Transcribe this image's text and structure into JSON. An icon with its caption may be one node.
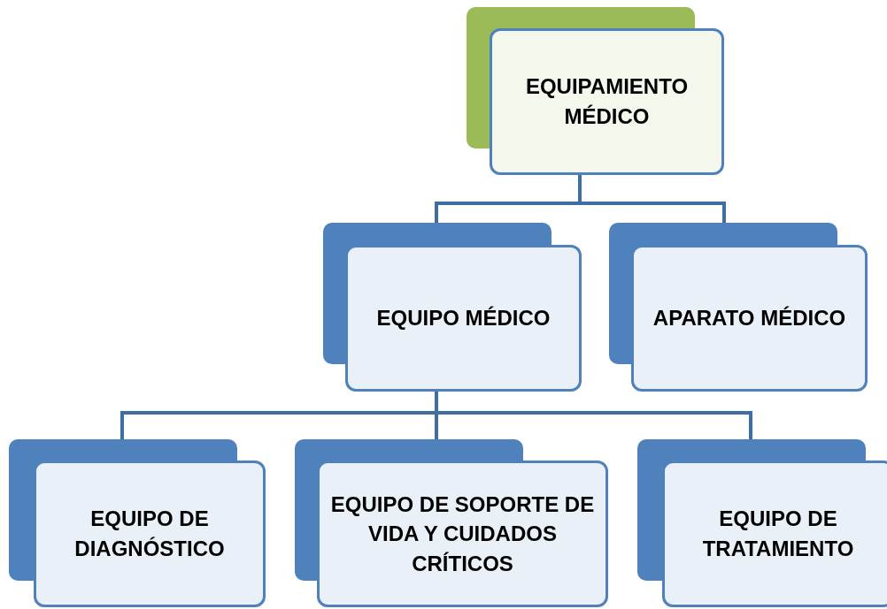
{
  "diagram": {
    "nodes": [
      {
        "text": [
          "EQUIPAMIENTO MÉDICO"
        ]
      },
      {
        "text": [
          "EQUIPO MÉDICO"
        ]
      },
      {
        "text": [
          "APARATO MÉDICO"
        ]
      },
      {
        "text": [
          "EQUIPO DE DIAGNÓSTICO"
        ]
      },
      {
        "text": [
          "EQUIPO DE SOPORTE DE VIDA Y CUIDADOS CRÍTICOS"
        ]
      },
      {
        "text": [
          "EQUIPO DE TRATAMIENTO"
        ]
      }
    ],
    "edges": [
      {
        "from": 0,
        "to": 1,
        "arrow": "none"
      },
      {
        "from": 0,
        "to": 2,
        "arrow": "none"
      },
      {
        "from": 1,
        "to": 3,
        "arrow": "none"
      },
      {
        "from": 1,
        "to": 4,
        "arrow": "none"
      },
      {
        "from": 1,
        "to": 5,
        "arrow": "none"
      }
    ]
  }
}
